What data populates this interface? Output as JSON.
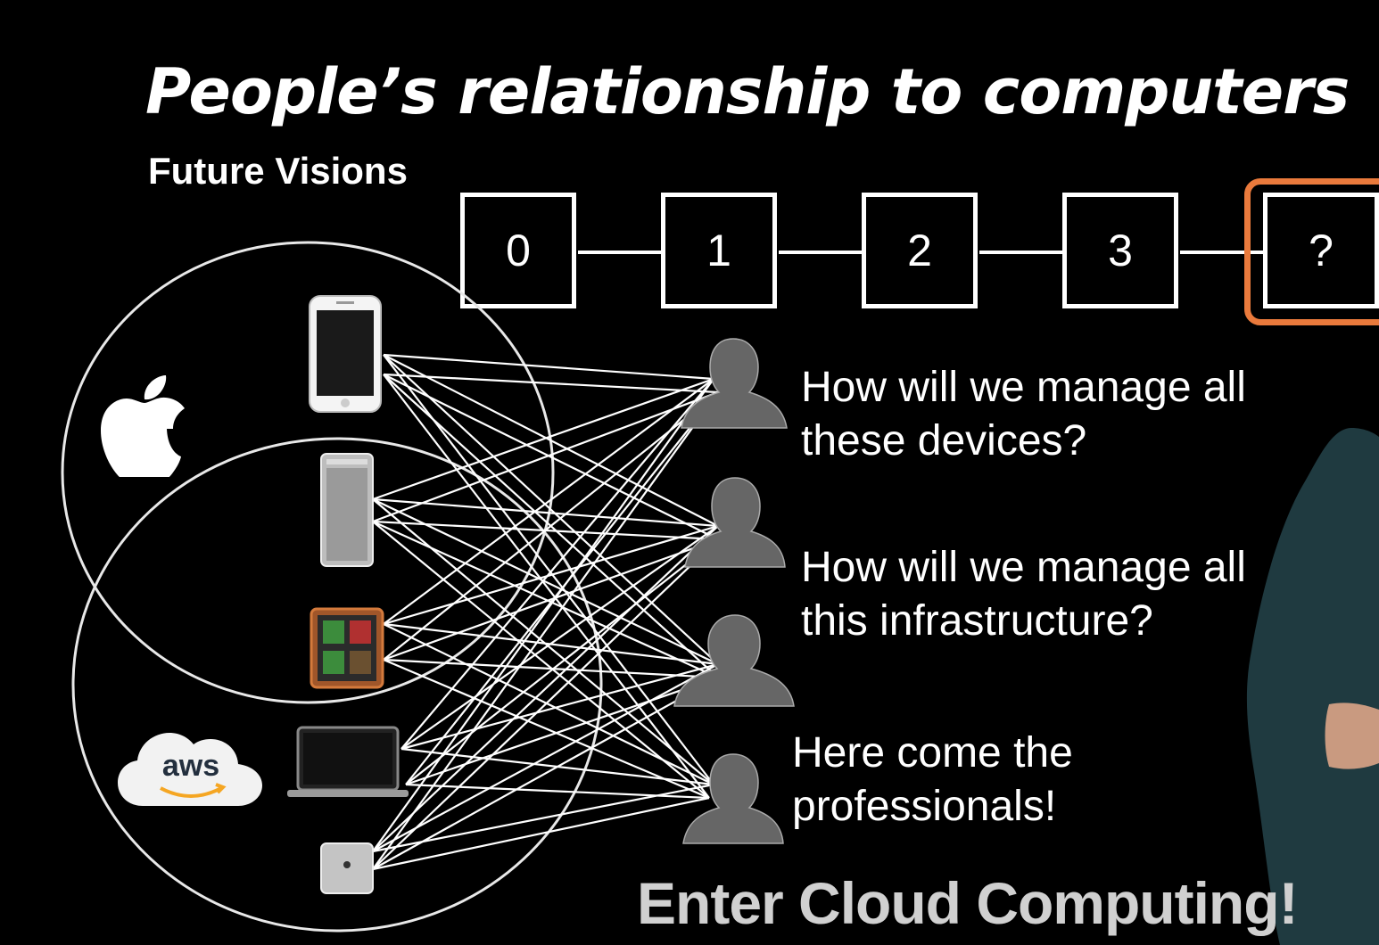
{
  "slide": {
    "title": "People’s relationship to computers",
    "subtitle": "Future Visions",
    "stages": [
      "0",
      "1",
      "2",
      "3",
      "?"
    ],
    "highlighted_stage": "?",
    "questions": [
      {
        "line1": "How will we manage all",
        "line2": "these devices?"
      },
      {
        "line1": "How will we manage all",
        "line2": "this infrastructure?"
      },
      {
        "line1": "Here come the",
        "line2": "professionals!"
      }
    ],
    "cta": "Enter Cloud Computing!",
    "aws_label": "aws",
    "icons": [
      "apple-logo-icon",
      "aws-cloud-icon",
      "iphone-icon",
      "mac-pro-tower-icon",
      "ipod-nano-icon",
      "macbook-icon",
      "mac-mini-icon",
      "person-silhouette-icon"
    ]
  },
  "colors": {
    "background": "#000000",
    "foreground": "#ffffff",
    "highlight": "#ea7a3c",
    "cta": "#d0d0d0"
  }
}
